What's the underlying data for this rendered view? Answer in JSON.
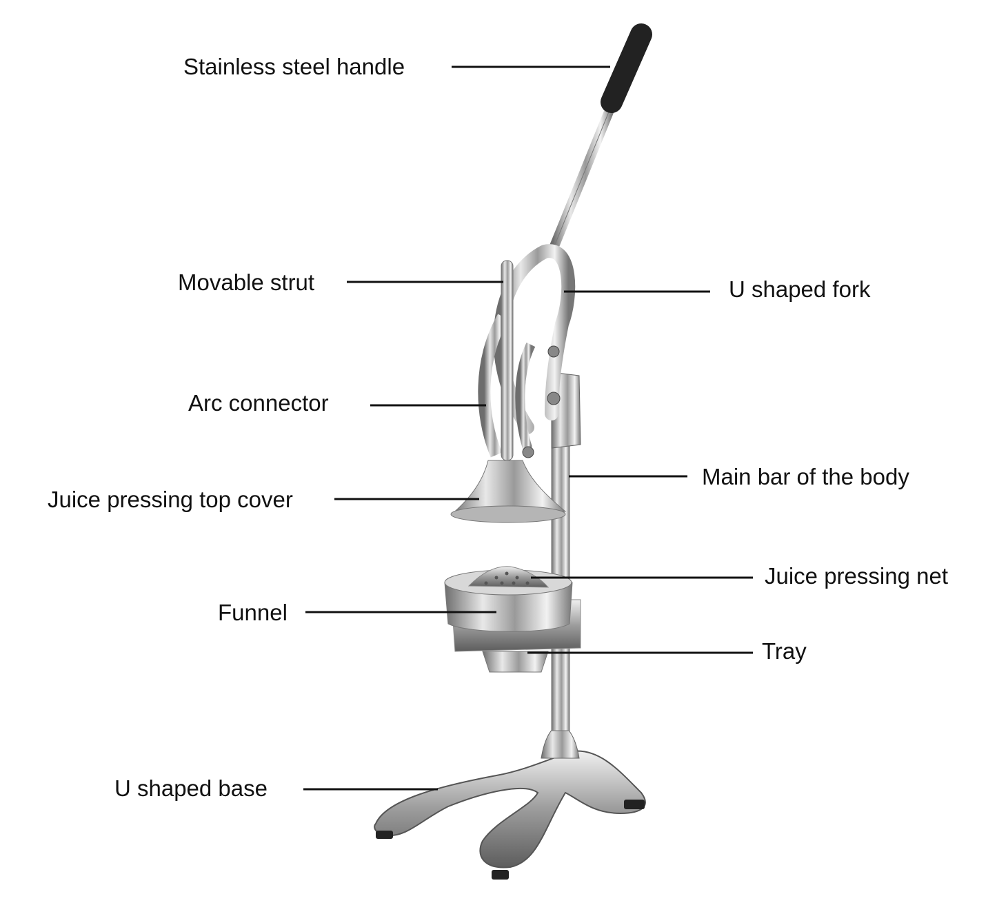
{
  "labels": {
    "handle": "Stainless steel handle",
    "strut": "Movable strut",
    "fork": "U shaped fork",
    "arc": "Arc connector",
    "main_bar": "Main bar of the body",
    "top_cover": "Juice pressing top cover",
    "net": "Juice pressing net",
    "funnel": "Funnel",
    "tray": "Tray",
    "base": "U shaped base"
  },
  "colors": {
    "text": "#111111",
    "leader": "#111111",
    "grip": "#222222"
  }
}
